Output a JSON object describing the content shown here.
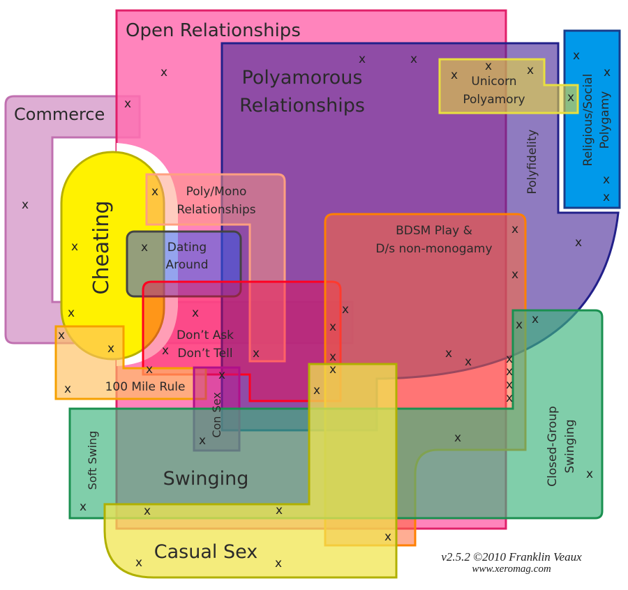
{
  "labels": {
    "open_relationships": "Open Relationships",
    "polyamorous_1": "Polyamorous",
    "polyamorous_2": "Relationships",
    "commerce": "Commerce",
    "unicorn_1": "Unicorn",
    "unicorn_2": "Polyamory",
    "polyfidelity": "Polyfidelity",
    "religious_1": "Religious/Social",
    "religious_2": "Polygamy",
    "cheating": "Cheating",
    "polymono_1": "Poly/Mono",
    "polymono_2": "Relationships",
    "dating_1": "Dating",
    "dating_2": "Around",
    "bdsm_1": "BDSM Play &",
    "bdsm_2": "D/s non-monogamy",
    "dadt_1": "Don’t Ask",
    "dadt_2": "Don’t Tell",
    "hundred_mile": "100 Mile Rule",
    "con_sex": "Con Sex",
    "soft_swing": "Soft Swing",
    "swinging": "Swinging",
    "closed_1": "Closed-Group",
    "closed_2": "Swinging",
    "casual_sex": "Casual Sex"
  },
  "credit": {
    "line1": "v2.5.2 ©2010 Franklin Veaux",
    "line2": "www.xeromag.com"
  },
  "marker": "x",
  "colors": {
    "open": "#ff6fb0",
    "poly": "#5a2a98",
    "commerce": "#d8a0cc",
    "cheating": "#fff200",
    "religious": "#0099ea",
    "swinging": "#3cb47c",
    "casual": "#f0e650",
    "bdsm": "#ff6a3a"
  }
}
